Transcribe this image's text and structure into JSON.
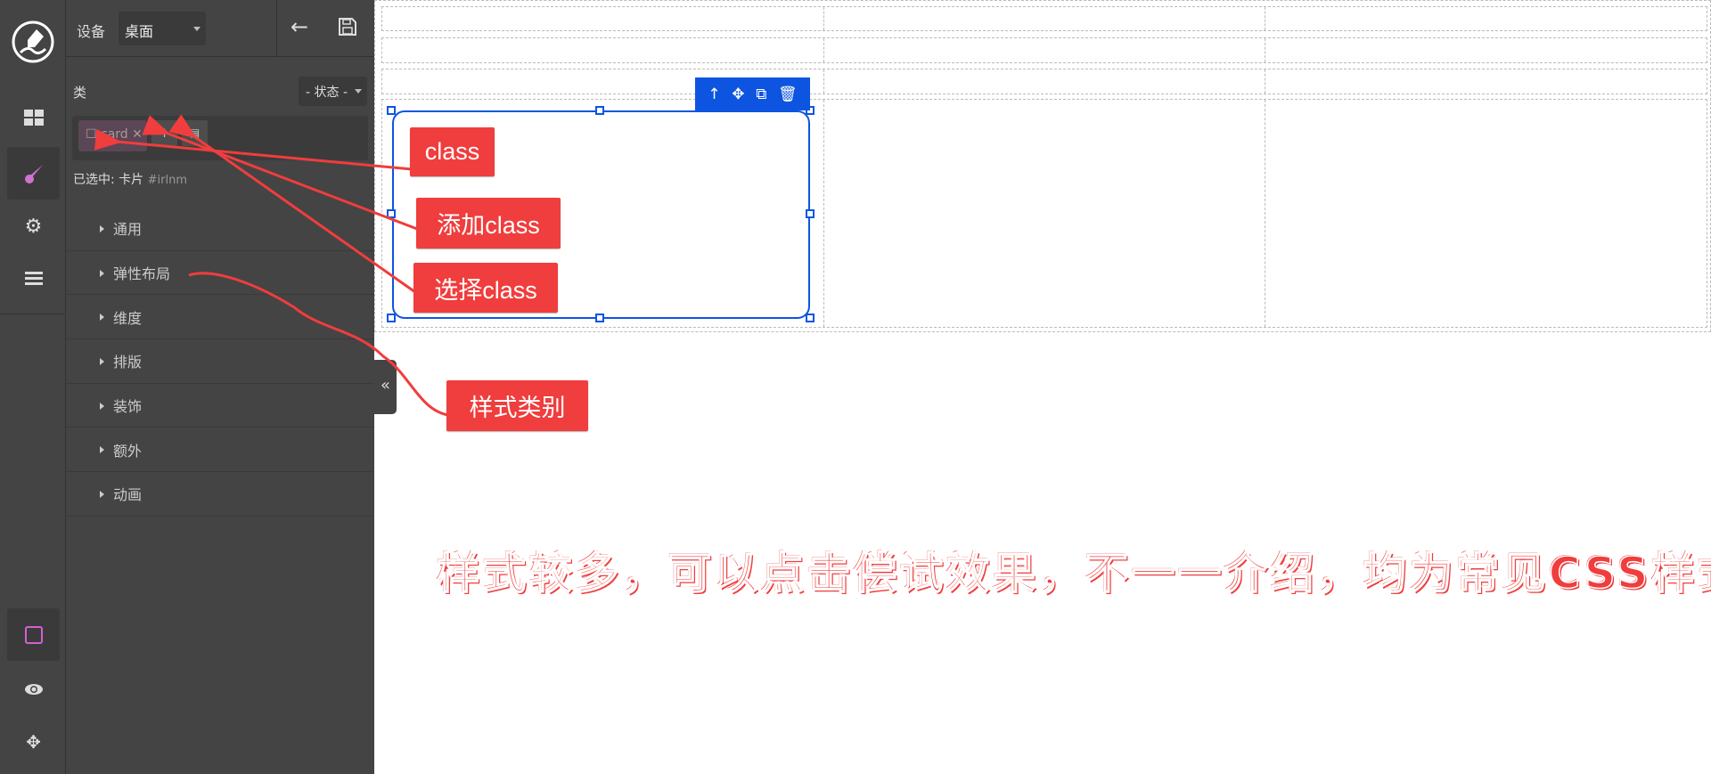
{
  "header": {
    "device_label": "设备",
    "device_value": "桌面"
  },
  "class_panel": {
    "label": "类",
    "state_select": "- 状态 -",
    "tag": "card",
    "selected_label": "已选中:",
    "selected_name": "卡片",
    "selected_id": "#irlnm"
  },
  "sections": [
    "通用",
    "弹性布局",
    "维度",
    "排版",
    "装饰",
    "额外",
    "动画"
  ],
  "annotations": {
    "class": "class",
    "add_class": "添加class",
    "select_class": "选择class",
    "style_category": "样式类别",
    "footer_note": "样式较多，可以点击偿试效果，不一一介绍，均为常见CSS样式"
  },
  "colors": {
    "accent": "#0d55e0",
    "annotation": "#f03d3d",
    "panel": "#444444"
  }
}
